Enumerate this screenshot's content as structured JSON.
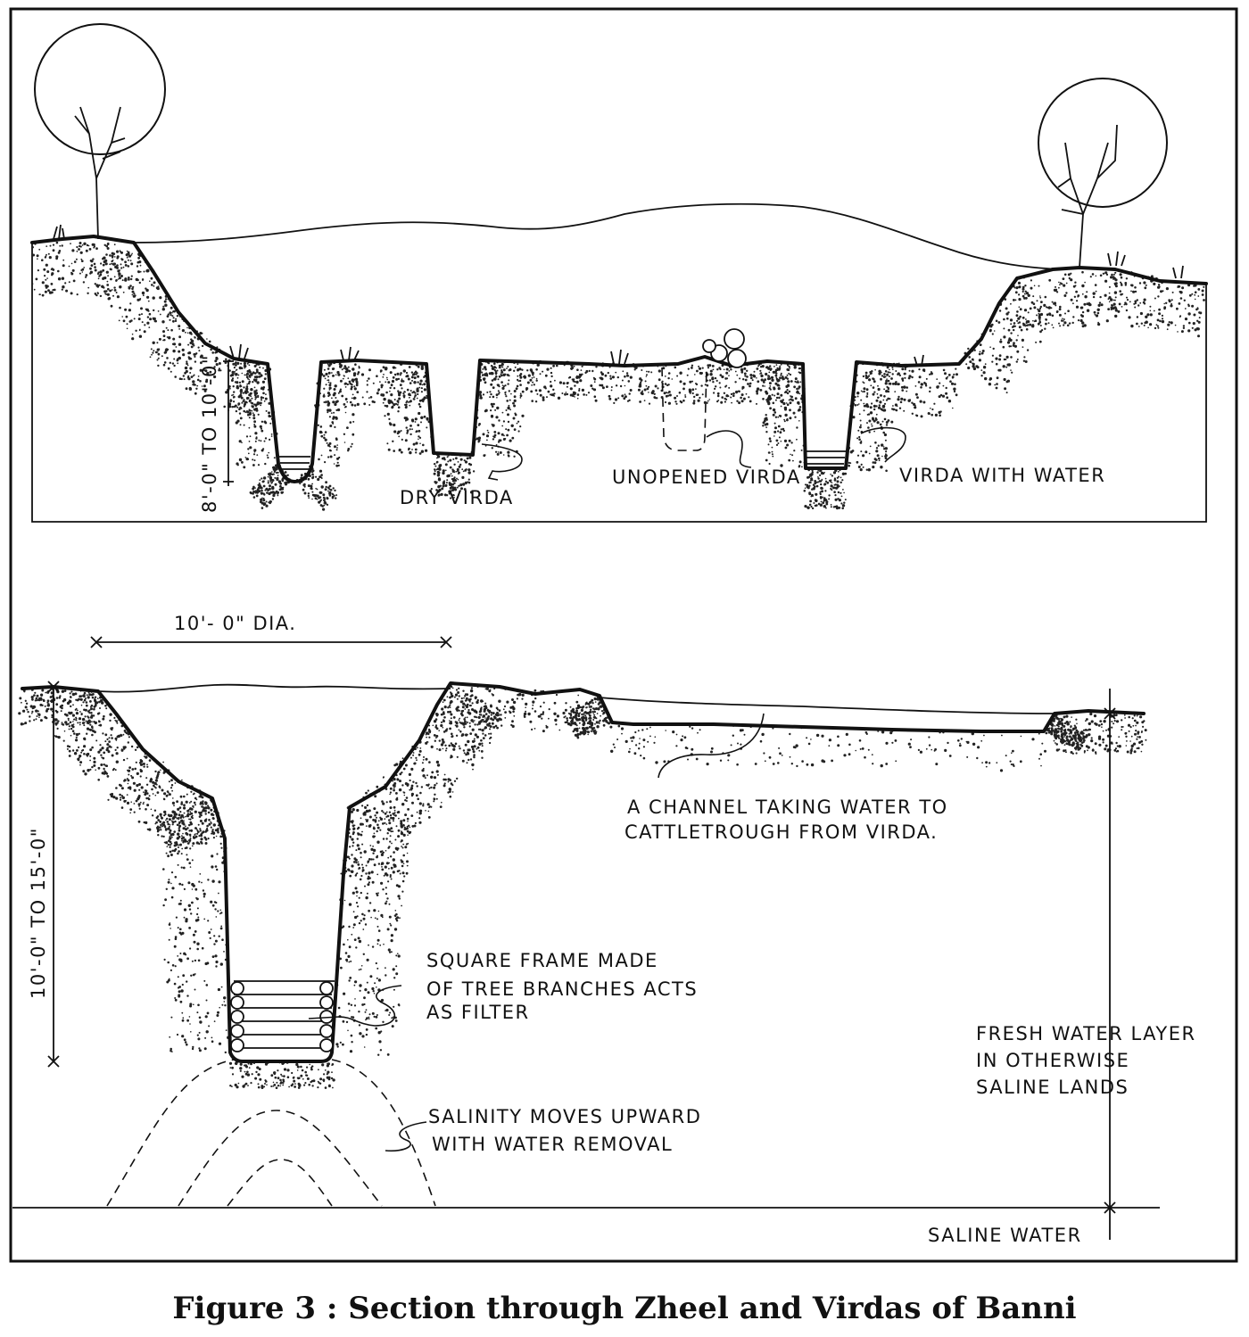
{
  "caption": "Figure 3 : Section through Zheel and Virdas of Banni",
  "top_section": {
    "depth_label": "8'-0\" TO 10'-0\"",
    "labels": {
      "dry_virda": "DRY VIRDA",
      "unopened_virda": "UNOPENED VIRDA",
      "virda_with_water": "VIRDA WITH WATER"
    }
  },
  "bottom_section": {
    "diameter_label": "10'- 0\" DIA.",
    "depth_label": "10'-0\" TO 15'-0\"",
    "channel_label": [
      "A CHANNEL TAKING WATER TO",
      "CATTLETROUGH FROM VIRDA."
    ],
    "frame_label": [
      "SQUARE FRAME MADE",
      "OF TREE BRANCHES ACTS",
      "AS FILTER"
    ],
    "salinity_label": [
      "SALINITY MOVES UPWARD",
      "WITH WATER REMOVAL"
    ],
    "fresh_layer_label": [
      "FRESH WATER LAYER",
      "IN OTHERWISE",
      "SALINE LANDS"
    ],
    "saline_water_label": "SALINE WATER"
  }
}
